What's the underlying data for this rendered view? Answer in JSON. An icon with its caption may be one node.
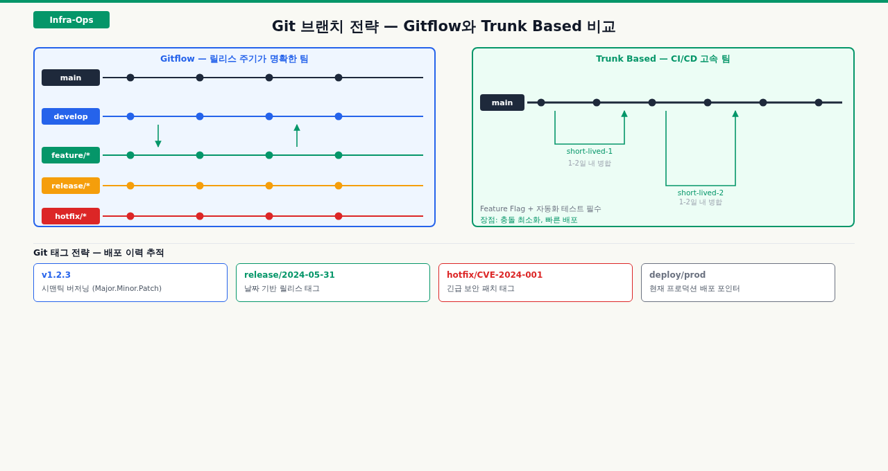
{
  "diagram": {
    "title": "Git 브랜치 전략 — Gitflow와 Trunk Based 비교",
    "nodes": [
      {
        "text": [
          "Infra-Ops"
        ]
      },
      {
        "text": [
          "Gitflow — 릴리스 주기가 명확한 팀"
        ]
      },
      {
        "text": [
          "main"
        ],
        "in": 1
      },
      {
        "text": [
          "develop"
        ],
        "in": 1
      },
      {
        "text": [
          "feature/*"
        ],
        "in": 1
      },
      {
        "text": [
          "release/*"
        ],
        "in": 1
      },
      {
        "text": [
          "hotfix/*"
        ],
        "in": 1
      },
      {
        "text": [
          "Trunk Based — CI/CD 고속 팀",
          "Feature Flag + 자동화 테스트 필수",
          "장점: 충돌 최소화, 빠른 배포"
        ]
      },
      {
        "text": [
          "main"
        ],
        "in": 7
      },
      {
        "text": [
          "v1.2.3",
          "시맨틱 버저닝 (Major.Minor.Patch)"
        ]
      },
      {
        "text": [
          "release/2024-05-31",
          "날짜 기반 릴리스 태그"
        ]
      },
      {
        "text": [
          "hotfix/CVE-2024-001",
          "긴급 보안 패치 태그"
        ]
      },
      {
        "text": [
          "deploy/prod",
          "현재 프로덕션 배포 포인터"
        ]
      }
    ],
    "edges": [
      {
        "from": 3,
        "to": 4,
        "arrow": "to"
      },
      {
        "from": 4,
        "to": 3,
        "arrow": "to"
      },
      {
        "from": 8,
        "to": 8,
        "arrow": "to",
        "label": "short-lived-1"
      },
      {
        "from": 8,
        "to": 8,
        "arrow": "to",
        "label": "short-lived-2"
      }
    ],
    "labels": [
      "1-2일 내 병합",
      "1-2일 내 병합",
      "Git 태그 전략 — 배포 이력 추적"
    ]
  }
}
